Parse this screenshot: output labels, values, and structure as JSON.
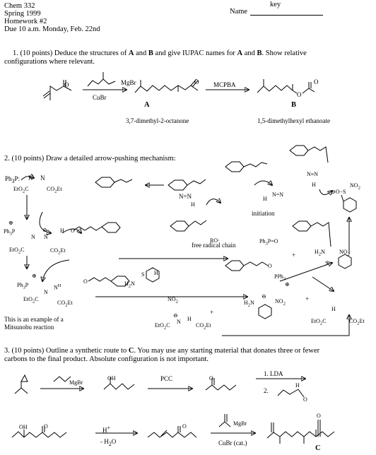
{
  "header": {
    "course": "Chem 332",
    "term": "Spring 1999",
    "assignment": "Homework #2",
    "due": "Due 10 a.m. Monday, Feb. 22nd",
    "name_label": "Name",
    "name_value": "key"
  },
  "q1": {
    "text_a": "1.  (10 points) Deduce the structures of ",
    "A": "A",
    "and": " and ",
    "B": "B",
    "text_b": " and give IUPAC names for  ",
    "A2": "A",
    "and2": " and ",
    "B2": "B",
    "text_c": ".  Show relative",
    "text_line2": "configurations where relevant.",
    "reagent_grignard": "MgBr",
    "reagent_cubr": "CuBr",
    "reagent_mcpba": "MCPBA",
    "label_A": "A",
    "label_B": "B",
    "name_A": "3,7-dimethyl-2-octanone",
    "name_B": "1,5-dimethylhexyl ethanoate"
  },
  "q2": {
    "text": "2.  (10 points) Draw a detailed arrow-pushing mechanism:",
    "ph3p": "Ph",
    "ph3p_sub": "3",
    "ph3p_p": "P:",
    "etO2C": "EtO",
    "co2et": "CO",
    "et": "Et",
    "n": "N",
    "h": "H",
    "o": "O",
    "rdot": "RO",
    "initiation": "initiation",
    "free_radical_chain": "free radical chain",
    "ph3po": "Ph",
    "ph3po_tail": "P=O",
    "pph3": "PPh",
    "no2": "NO",
    "two": "2",
    "h2n": "H",
    "s": "S",
    "mitsunobu_1": "This is an example of a",
    "mitsunobu_2": "Mitsunobu reaction",
    "plus": "+",
    "minus": "⊖",
    "oplus": "⊕"
  },
  "q3": {
    "text_line1": "3.  (10 points)  Outline a synthetic route to ",
    "C": "C",
    "text_line1b": ".  You may use any starting material that donates three or fewer",
    "text_line2": "carbons to the final product. Absolute configuration is not important.",
    "reagent_mgbr": "MgBr",
    "reagent_pcc": "PCC",
    "reagent_lda": "1. LDA",
    "reagent_step2": "2.",
    "reagent_h": "H",
    "reagent_acid": "H",
    "reagent_acid_sup": "+",
    "reagent_water": "- H",
    "reagent_water_sub": "2",
    "reagent_water_o": "O",
    "reagent_vinyl_mgbr": "MgBr",
    "reagent_cubr_cat": "CuBr (cat.)",
    "oh": "OH",
    "o": "O",
    "label_C": "C"
  }
}
